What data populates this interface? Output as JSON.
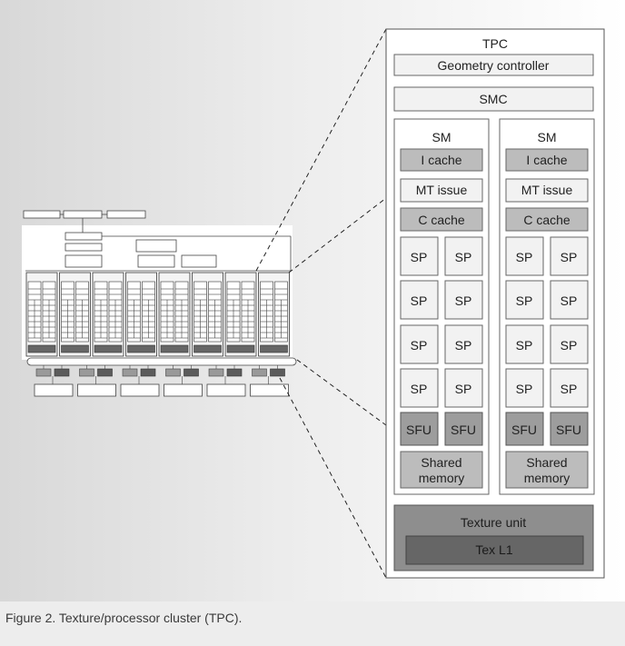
{
  "caption": "Figure 2. Texture/processor cluster (TPC).",
  "tpc": {
    "title": "TPC",
    "geometry_controller": "Geometry controller",
    "smc": "SMC",
    "sms": [
      {
        "title": "SM",
        "i_cache": "I cache",
        "mt_issue": "MT issue",
        "c_cache": "C cache",
        "sp_label": "SP",
        "sfu_label": "SFU",
        "shared_memory": [
          "Shared",
          "memory"
        ]
      },
      {
        "title": "SM",
        "i_cache": "I cache",
        "mt_issue": "MT issue",
        "c_cache": "C cache",
        "sp_label": "SP",
        "sfu_label": "SFU",
        "shared_memory": [
          "Shared",
          "memory"
        ]
      }
    ],
    "texture_unit": "Texture unit",
    "tex_l1": "Tex L1"
  },
  "colors": {
    "light_box": "#f2f2f2",
    "mid_box": "#bcbcbc",
    "dark_box": "#9d9d9d",
    "texture_fill": "#8e8e8e",
    "texl1_fill": "#666666",
    "stroke": "#555555"
  }
}
